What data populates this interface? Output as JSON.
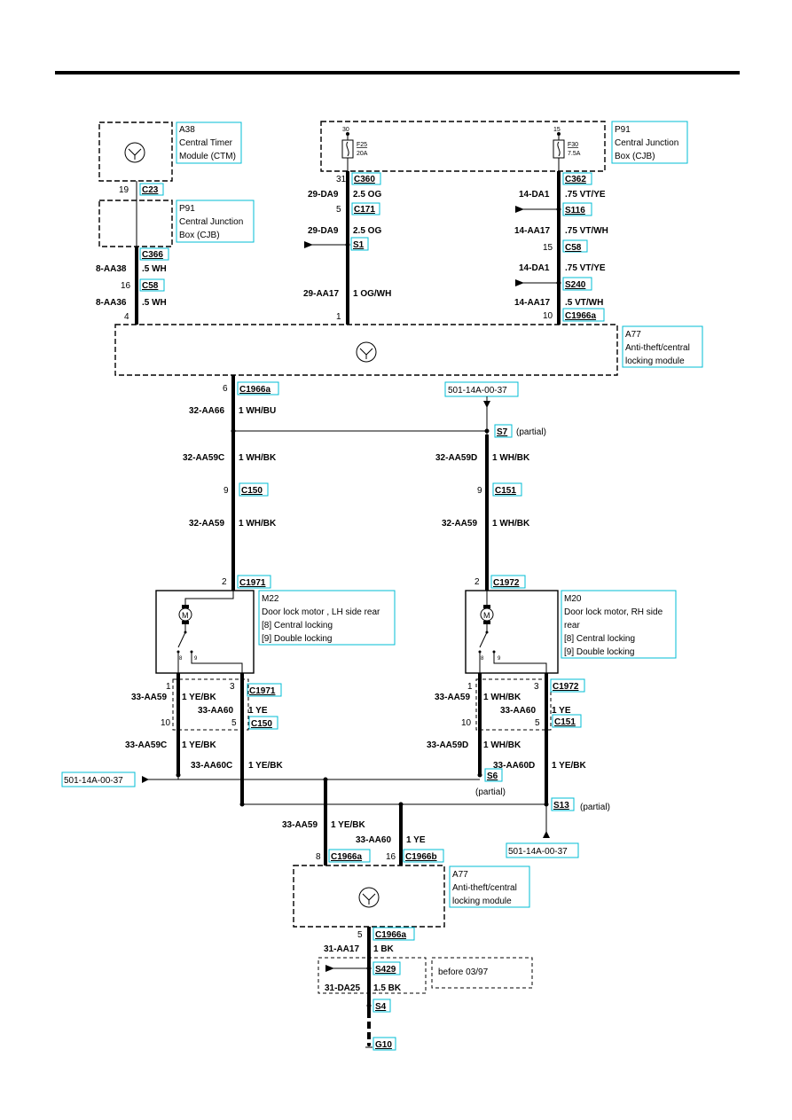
{
  "components": {
    "a38": {
      "id": "A38",
      "line1": "Central Timer",
      "line2": "Module (CTM)"
    },
    "p91_left": {
      "id": "P91",
      "line1": "Central Junction",
      "line2": "Box (CJB)"
    },
    "p91_right": {
      "id": "P91",
      "line1": "Central Junction",
      "line2": "Box (CJB)"
    },
    "a77_top": {
      "id": "A77",
      "line1": "Anti-theft/central",
      "line2": "locking module"
    },
    "m22": {
      "id": "M22",
      "line1": "Door lock motor , LH side rear",
      "line2": "[8] Central locking",
      "line3": "[9] Double locking"
    },
    "m20": {
      "id": "M20",
      "line1": "Door lock motor, RH side",
      "line2": "rear",
      "line3": "[8] Central locking",
      "line4": "[9] Double locking"
    },
    "a77_bottom": {
      "id": "A77",
      "line1": "Anti-theft/central",
      "line2": "locking module"
    },
    "before_note": "before 03/97"
  },
  "fuses": {
    "f25": {
      "name": "F25",
      "rating": "20A",
      "pin": "30"
    },
    "f30": {
      "name": "F30",
      "rating": "7.5A",
      "pin": "15"
    }
  },
  "connectors": {
    "c23": "C23",
    "c366": "C366",
    "c58_left": "C58",
    "c360": "C360",
    "c171": "C171",
    "s1": "S1",
    "c362": "C362",
    "s116": "S116",
    "c58_right": "C58",
    "s240": "S240",
    "c1966a_top": "C1966a",
    "c1966a_left": "C1966a",
    "s7": "S7",
    "c150_top": "C150",
    "c151_top": "C151",
    "c1971_top": "C1971",
    "c1972_top": "C1972",
    "c1971_bot": "C1971",
    "c150_bot": "C150",
    "c1972_bot": "C1972",
    "c151_bot": "C151",
    "s6": "S6",
    "s13": "S13",
    "c1966a_bot": "C1966a",
    "c1966b": "C1966b",
    "c1966a_gnd": "C1966a",
    "s429": "S429",
    "s4": "S4",
    "g10": "G10"
  },
  "refs": {
    "ref_top": "501-14A-00-37",
    "ref_left": "501-14A-00-37",
    "ref_bottom": "501-14A-00-37",
    "partial": "(partial)"
  },
  "pins": {
    "p19": "19",
    "p16": "16",
    "p4": "4",
    "p31": "31",
    "p5": "5",
    "p1": "1",
    "p15": "15",
    "p10": "10",
    "p6": "6",
    "p9l": "9",
    "p9r": "9",
    "p2l": "2",
    "p2r": "2",
    "m22_p1": "1",
    "m22_p3": "3",
    "m22_p10": "10",
    "m22_p5": "5",
    "m20_p1": "1",
    "m20_p3": "3",
    "m20_p10": "10",
    "m20_p5": "5",
    "m22_s8": "8",
    "m22_s9": "9",
    "m20_s8": "8",
    "m20_s9": "9",
    "p8": "8",
    "p16b": "16",
    "p5g": "5",
    "p30": "30",
    "p15f": "15"
  },
  "wires": {
    "w_8aa38": {
      "code": "8-AA38",
      "spec": ".5 WH"
    },
    "w_8aa36": {
      "code": "8-AA36",
      "spec": ".5 WH"
    },
    "w_29da9a": {
      "code": "29-DA9",
      "spec": "2.5 OG"
    },
    "w_29da9b": {
      "code": "29-DA9",
      "spec": "2.5 OG"
    },
    "w_29aa17": {
      "code": "29-AA17",
      "spec": "1 OG/WH"
    },
    "w_14da1a": {
      "code": "14-DA1",
      "spec": ".75 VT/YE"
    },
    "w_14aa17a": {
      "code": "14-AA17",
      "spec": ".75 VT/WH"
    },
    "w_14da1b": {
      "code": "14-DA1",
      "spec": ".75 VT/YE"
    },
    "w_14aa17b": {
      "code": "14-AA17",
      "spec": ".5 VT/WH"
    },
    "w_32aa66": {
      "code": "32-AA66",
      "spec": "1 WH/BU"
    },
    "w_32aa59c": {
      "code": "32-AA59C",
      "spec": "1 WH/BK"
    },
    "w_32aa59d": {
      "code": "32-AA59D",
      "spec": "1 WH/BK"
    },
    "w_32aa59l": {
      "code": "32-AA59",
      "spec": "1 WH/BK"
    },
    "w_32aa59r": {
      "code": "32-AA59",
      "spec": "1 WH/BK"
    },
    "w_33aa59l": {
      "code": "33-AA59",
      "spec": "1 YE/BK"
    },
    "w_33aa60l": {
      "code": "33-AA60",
      "spec": "1 YE"
    },
    "w_33aa59r": {
      "code": "33-AA59",
      "spec": "1 WH/BK"
    },
    "w_33aa60r": {
      "code": "33-AA60",
      "spec": "1 YE"
    },
    "w_33aa59c": {
      "code": "33-AA59C",
      "spec": "1 YE/BK"
    },
    "w_33aa60c": {
      "code": "33-AA60C",
      "spec": "1 YE/BK"
    },
    "w_33aa59d": {
      "code": "33-AA59D",
      "spec": "1 WH/BK"
    },
    "w_33aa60d": {
      "code": "33-AA60D",
      "spec": "1 YE/BK"
    },
    "w_33aa59b": {
      "code": "33-AA59",
      "spec": "1 YE/BK"
    },
    "w_33aa60b": {
      "code": "33-AA60",
      "spec": "1 YE"
    },
    "w_31aa17": {
      "code": "31-AA17",
      "spec": "1 BK"
    },
    "w_31da25": {
      "code": "31-DA25",
      "spec": "1.5 BK"
    }
  },
  "colors": {
    "label_box": "#00bcd4",
    "wire": "#000000",
    "line": "#000000"
  },
  "icons": [
    "module-icon",
    "motor-icon",
    "fuse-icon",
    "ground-icon",
    "arrow-left-icon"
  ]
}
